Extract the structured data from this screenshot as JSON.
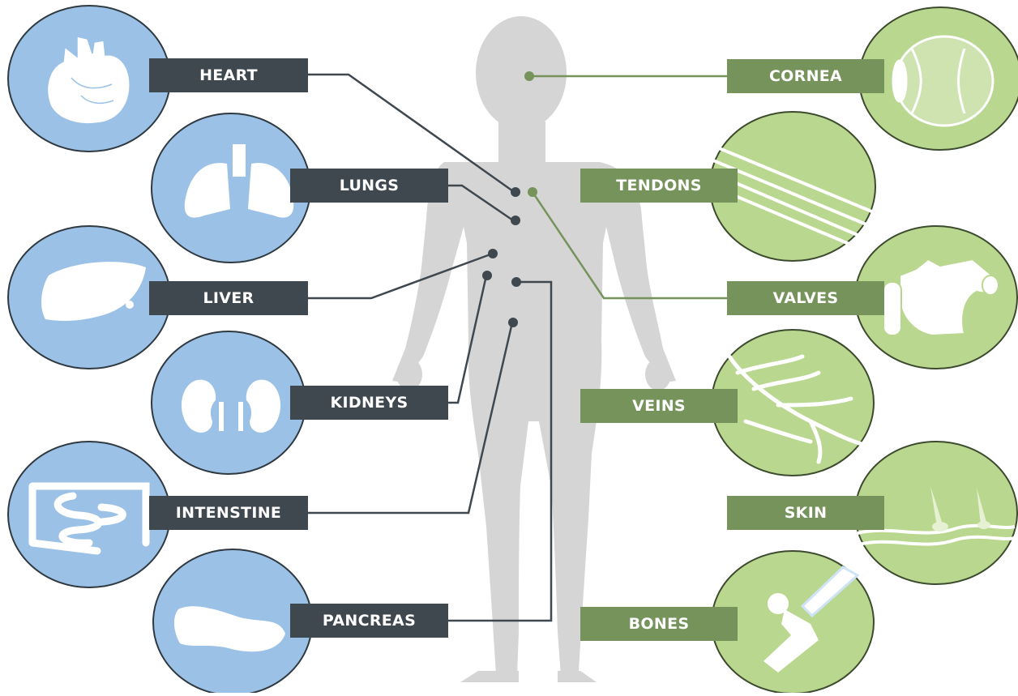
{
  "colors": {
    "organ_circle_fill": "#9cc1e6",
    "organ_circle_stroke": "#2f3940",
    "organ_label_bg": "#3f474f",
    "organ_connector": "#3f474f",
    "tissue_circle_fill": "#b9d78f",
    "tissue_circle_stroke": "#3c4a2e",
    "tissue_label_bg": "#76935c",
    "tissue_connector": "#76935c",
    "body_silhouette": "#d5d5d5",
    "icon_fill": "#ffffff"
  },
  "organs": [
    {
      "id": "heart",
      "label": "HEART",
      "icon": "heart-icon"
    },
    {
      "id": "lungs",
      "label": "LUNGS",
      "icon": "lungs-icon"
    },
    {
      "id": "liver",
      "label": "LIVER",
      "icon": "liver-icon"
    },
    {
      "id": "kidneys",
      "label": "KIDNEYS",
      "icon": "kidneys-icon"
    },
    {
      "id": "intestine",
      "label": "INTENSTINE",
      "icon": "intestine-icon"
    },
    {
      "id": "pancreas",
      "label": "PANCREAS",
      "icon": "pancreas-icon"
    }
  ],
  "tissues": [
    {
      "id": "cornea",
      "label": "CORNEA",
      "icon": "eye-icon"
    },
    {
      "id": "tendons",
      "label": "TENDONS",
      "icon": "tendon-icon"
    },
    {
      "id": "valves",
      "label": "VALVES",
      "icon": "heart-valve-icon"
    },
    {
      "id": "veins",
      "label": "VEINS",
      "icon": "veins-icon"
    },
    {
      "id": "skin",
      "label": "SKIN",
      "icon": "skin-icon"
    },
    {
      "id": "bones",
      "label": "BONES",
      "icon": "knee-bone-icon"
    }
  ]
}
